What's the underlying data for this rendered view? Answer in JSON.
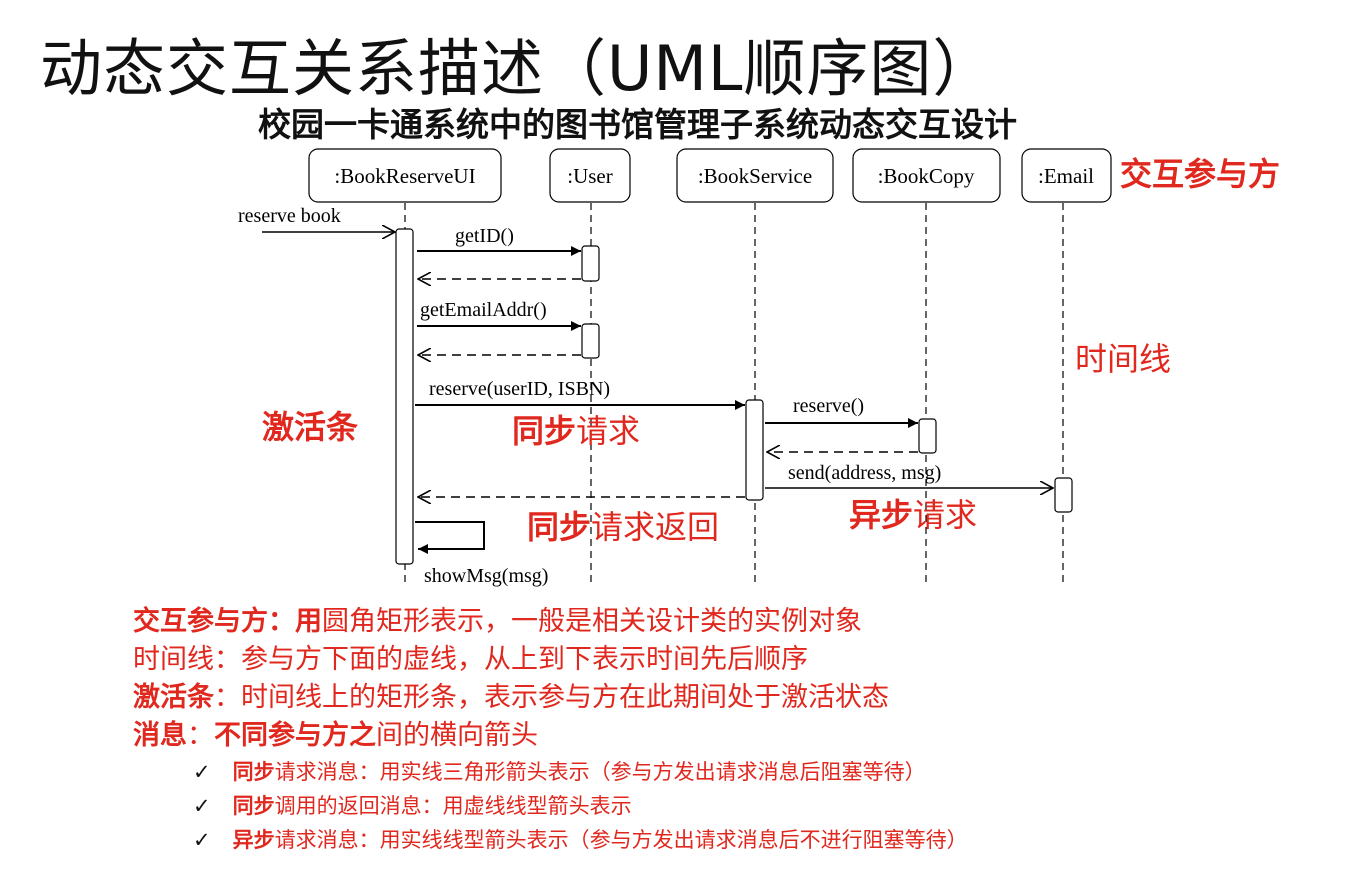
{
  "title": "动态交互关系描述（UML顺序图）",
  "subtitle": "校园一卡通系统中的图书馆管理子系统动态交互设计",
  "participants": [
    ":BookReserveUI",
    ":User",
    ":BookService",
    ":BookCopy",
    ":Email"
  ],
  "messages": {
    "reserve_book": "reserve book",
    "get_id": "getID()",
    "get_email": "getEmailAddr()",
    "reserve_user": "reserve(userID, ISBN)",
    "reserve_copy": "reserve()",
    "send": "send(address, msg)",
    "show_msg": "showMsg(msg)"
  },
  "annotations": {
    "participants": "交互参与方",
    "lifeline": "时间线",
    "activation": "激活条",
    "sync_a": "同步",
    "sync_b": "请求",
    "return_a": "同步",
    "return_b": "请求返回",
    "async_a": "异步",
    "async_b": "请求"
  },
  "notes": {
    "n1_bold": "交互参与方：用",
    "n1_rest": "圆角矩形表示，一般是相关设计类的实例对象",
    "n2": "时间线：参与方下面的虚线，从上到下表示时间先后顺序",
    "n3_bold": "激活条",
    "n3_rest": "：时间线上的矩形条，表示参与方在此期间处于激活状态",
    "n4_bold_a": "消息",
    "n4_mid": "：",
    "n4_bold_b": "不同参与方之",
    "n4_rest": "间的横向箭头",
    "s1_bold": "同步",
    "s1_rest": "请求消息：用实线三角形箭头表示（参与方发出请求消息后阻塞等待）",
    "s2_bold": "同步",
    "s2_rest": "调用的返回消息：用虚线线型箭头表示",
    "s3_bold": "异步",
    "s3_rest": "请求消息：用实线线型箭头表示（参与方发出请求消息后不进行阻塞等待）",
    "check": "✓"
  }
}
